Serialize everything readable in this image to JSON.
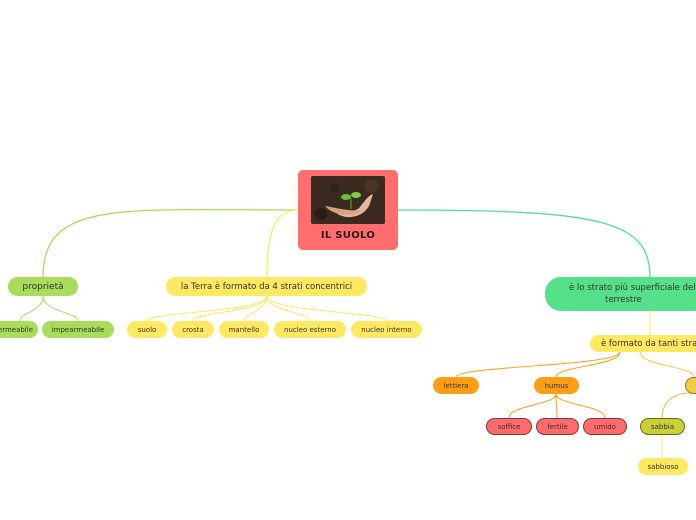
{
  "root": {
    "title": "IL SUOLO",
    "image": "soil-sprout-in-hands"
  },
  "branches": {
    "proprieta": {
      "label": "proprietà",
      "children": [
        "permeabile",
        "impearmeabile"
      ]
    },
    "terra": {
      "label": "la Terra è formato da 4 strati concentrici",
      "children": [
        "suolo",
        "crosta",
        "mantello",
        "nucleo esterno",
        "nucleo interno"
      ]
    },
    "strato": {
      "label_line1": "è lo strato più superficiale della",
      "label_line2": "terrestre",
      "formato": {
        "label": "è formato da tanti stra",
        "children": {
          "lettiera": "lettiera",
          "humus": {
            "label": "humus",
            "children": [
              "soffice",
              "fertile",
              "umido"
            ]
          },
          "sabbia": {
            "label": "sabbia",
            "child": "sabbioso"
          }
        }
      }
    }
  },
  "colors": {
    "root": "#ff6e6e",
    "green_left": "#a8dc5a",
    "green_right": "#55e08a",
    "yellow": "#ffe862",
    "orange": "#ff9d14",
    "red": "#ff6b6b",
    "olive": "#c9d135",
    "gold": "#f4cb45"
  }
}
